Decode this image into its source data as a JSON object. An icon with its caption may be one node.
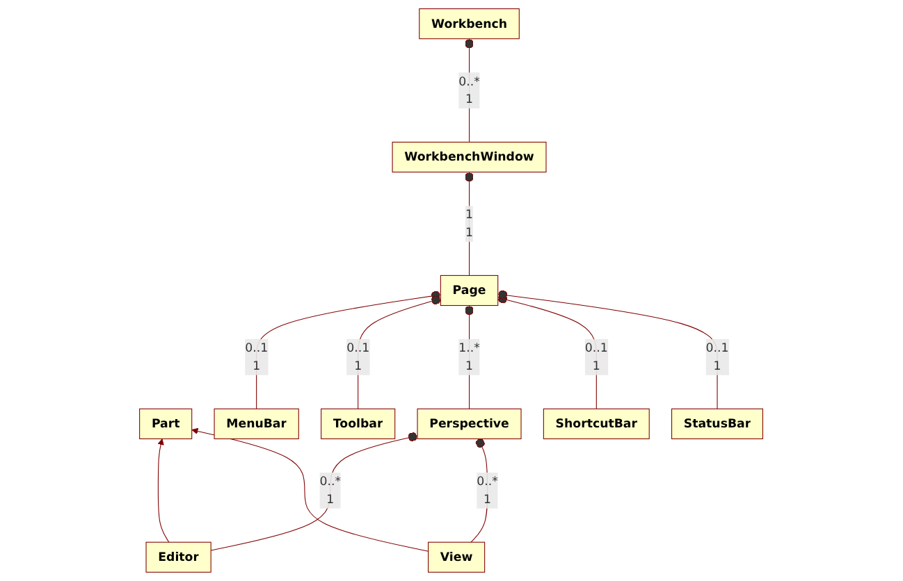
{
  "diagram": {
    "nodes": [
      {
        "text": [
          "Workbench"
        ]
      },
      {
        "text": [
          "Part"
        ]
      },
      {
        "text": [
          "WorkbenchWindow"
        ]
      },
      {
        "text": [
          "Editor"
        ]
      },
      {
        "text": [
          "MenuBar"
        ]
      },
      {
        "text": [
          "Toolbar"
        ]
      },
      {
        "text": [
          "Page"
        ]
      },
      {
        "text": [
          "Perspective"
        ]
      },
      {
        "text": [
          "View"
        ]
      },
      {
        "text": [
          "ShortcutBar"
        ]
      },
      {
        "text": [
          "StatusBar"
        ]
      }
    ],
    "edges": [
      {
        "from": 2,
        "to": 0,
        "arrow": "other"
      },
      {
        "from": 6,
        "to": 2,
        "arrow": "other"
      },
      {
        "from": 3,
        "to": 1,
        "arrow": "to"
      },
      {
        "from": 8,
        "to": 1,
        "arrow": "to"
      },
      {
        "from": 4,
        "to": 6,
        "arrow": "other"
      },
      {
        "from": 5,
        "to": 6,
        "arrow": "other"
      },
      {
        "from": 7,
        "to": 6,
        "arrow": "other"
      },
      {
        "from": 3,
        "to": 7,
        "arrow": "other"
      },
      {
        "from": 8,
        "to": 7,
        "arrow": "other"
      },
      {
        "from": 9,
        "to": 6,
        "arrow": "other"
      },
      {
        "from": 10,
        "to": 6,
        "arrow": "other"
      }
    ],
    "labels": [
      "0..*",
      "1",
      "1",
      "1",
      "0..1",
      "1",
      "0..1",
      "1",
      "1..*",
      "1",
      "0..*",
      "1",
      "0..*",
      "1",
      "0..1",
      "1",
      "0..1",
      "1"
    ]
  }
}
